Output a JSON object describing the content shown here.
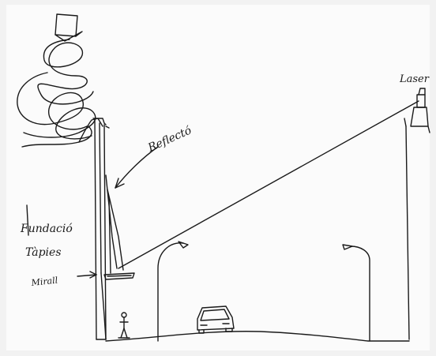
{
  "labels": {
    "laser": "Laser",
    "reflector": "Reflectó",
    "fundacio_line1": "Fundació",
    "fundacio_line2": "Tàpies",
    "mirall": "Mirall"
  }
}
